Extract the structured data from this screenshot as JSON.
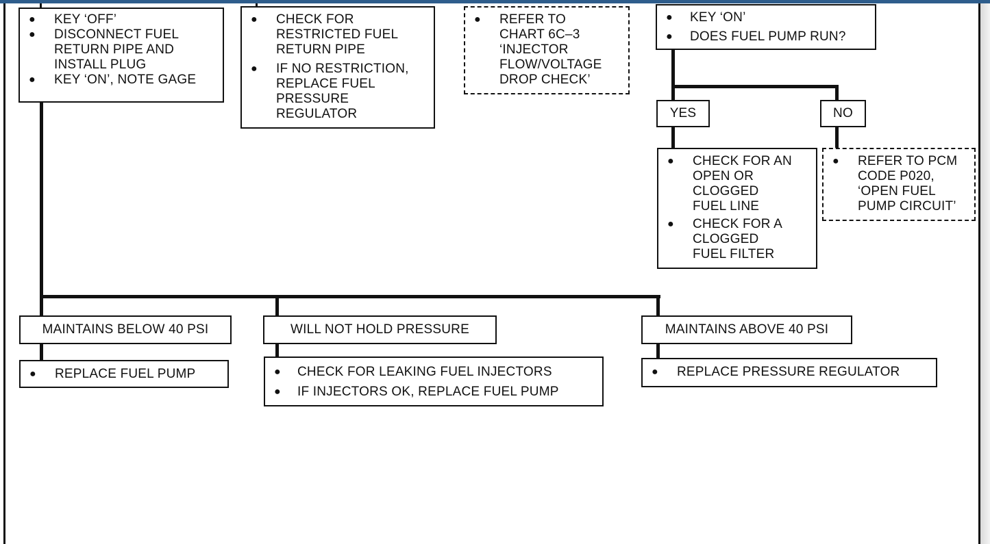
{
  "bullet_glyph": "●",
  "boxes": {
    "key_off": [
      "KEY ‘OFF’",
      "DISCONNECT FUEL\nRETURN PIPE AND\nINSTALL PLUG",
      "KEY ‘ON’, NOTE GAGE"
    ],
    "restricted_return": [
      "CHECK FOR\nRESTRICTED FUEL\nRETURN PIPE",
      "IF NO RESTRICTION,\nREPLACE FUEL\nPRESSURE\nREGULATOR"
    ],
    "refer_chart": [
      "REFER TO\nCHART  6C–3\n‘INJECTOR\nFLOW/VOLTAGE\nDROP CHECK’"
    ],
    "key_on_pump": [
      "KEY ‘ON’",
      "DOES FUEL PUMP RUN?"
    ],
    "yes_label": "YES",
    "no_label": "NO",
    "yes_action": [
      "CHECK FOR AN\nOPEN OR\nCLOGGED\nFUEL LINE",
      "CHECK FOR A\nCLOGGED\nFUEL FILTER"
    ],
    "no_action": [
      "REFER TO PCM\nCODE P020,\n‘OPEN FUEL\nPUMP CIRCUIT’"
    ],
    "below_40": "MAINTAINS BELOW 40 PSI",
    "not_hold": "WILL NOT HOLD PRESSURE",
    "above_40": "MAINTAINS ABOVE 40 PSI",
    "below_40_action": [
      "REPLACE  FUEL PUMP"
    ],
    "not_hold_action": [
      "CHECK FOR LEAKING FUEL INJECTORS",
      "IF INJECTORS OK, REPLACE FUEL PUMP"
    ],
    "above_40_action": [
      "REPLACE PRESSURE REGULATOR"
    ]
  }
}
